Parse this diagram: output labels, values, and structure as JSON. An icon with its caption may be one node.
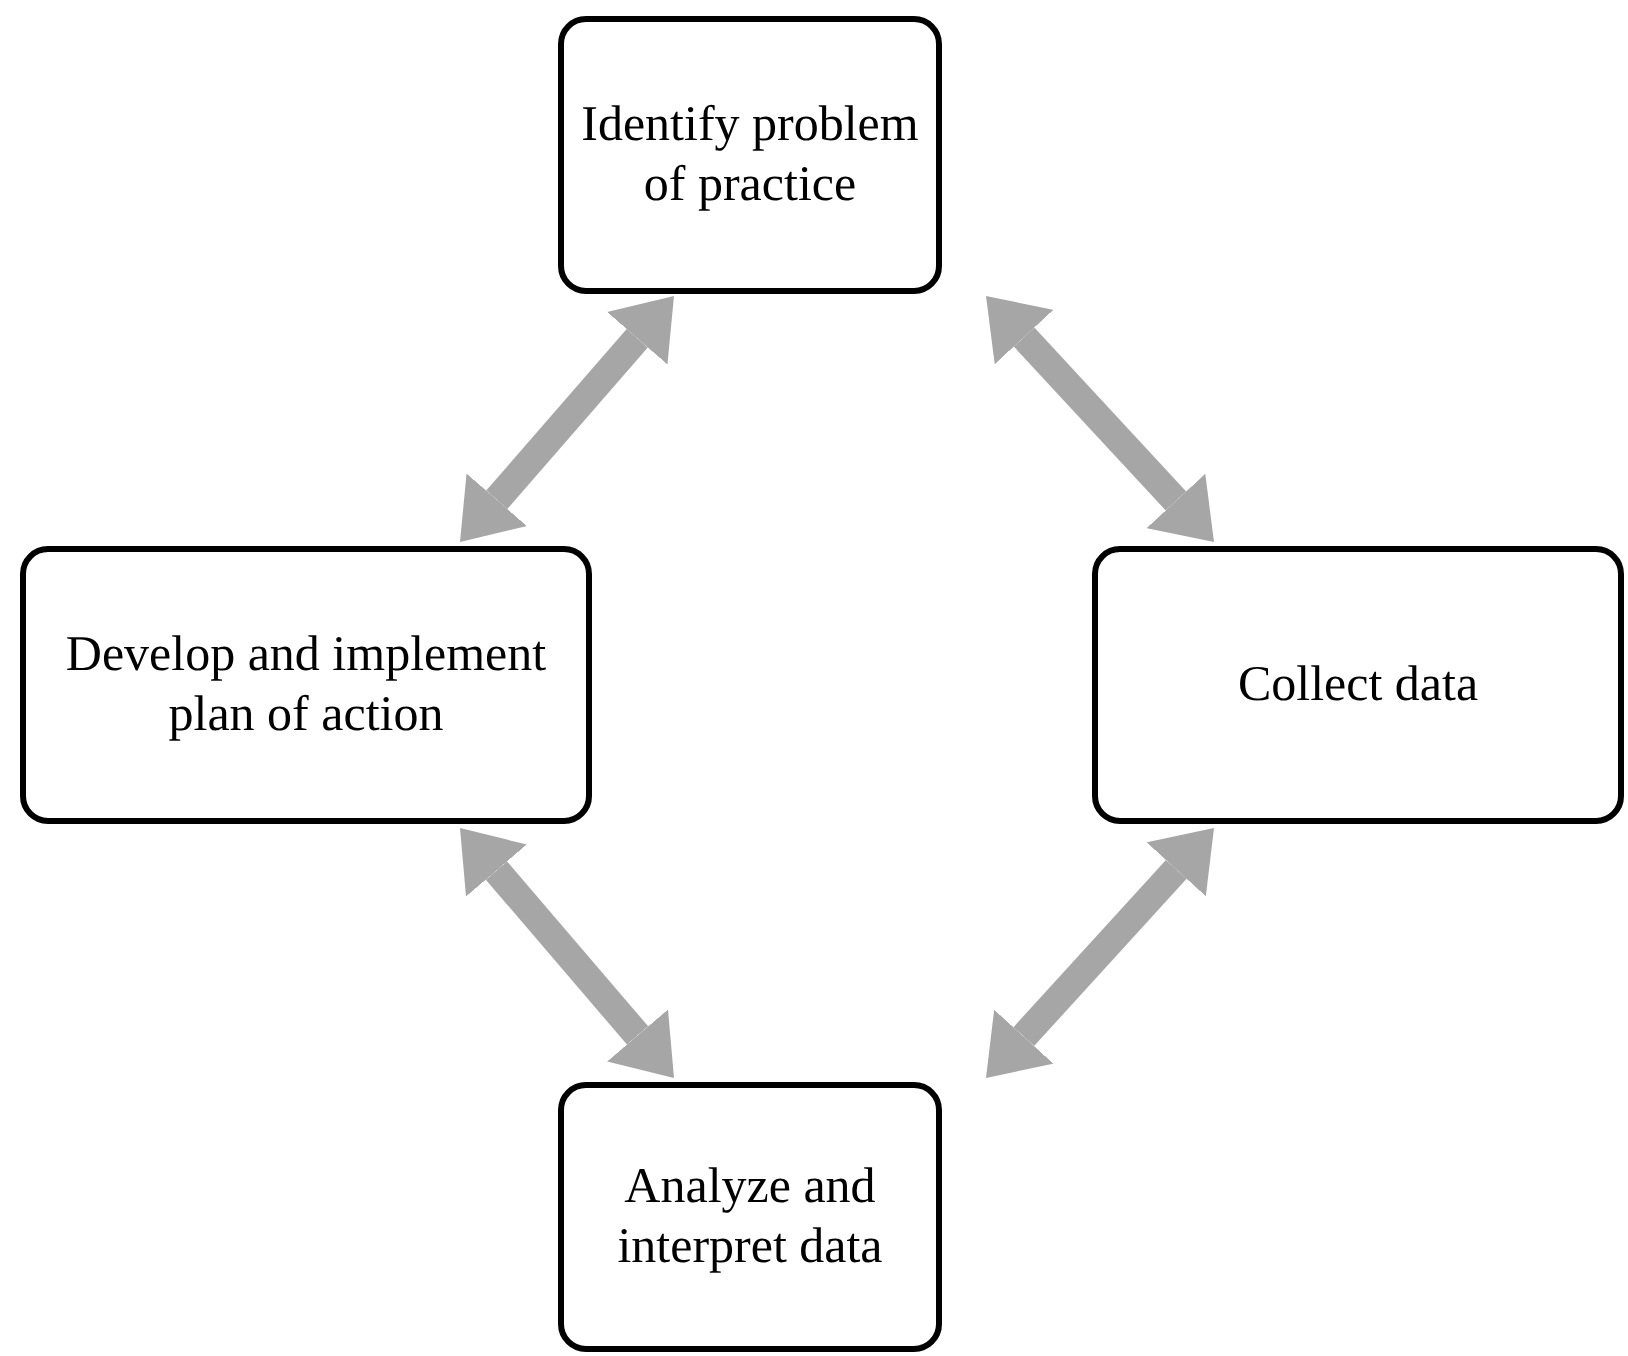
{
  "diagram": {
    "nodes": [
      {
        "text": [
          "Identify problem of practice"
        ]
      },
      {
        "text": [
          "Develop and implement plan of action"
        ]
      },
      {
        "text": [
          "Collect data"
        ]
      },
      {
        "text": [
          "Analyze and interpret data"
        ]
      }
    ],
    "edges": [
      {
        "from": 0,
        "to": 2,
        "arrow": "both"
      },
      {
        "from": 2,
        "to": 3,
        "arrow": "both"
      },
      {
        "from": 3,
        "to": 1,
        "arrow": "both"
      },
      {
        "from": 1,
        "to": 0,
        "arrow": "both"
      }
    ]
  }
}
